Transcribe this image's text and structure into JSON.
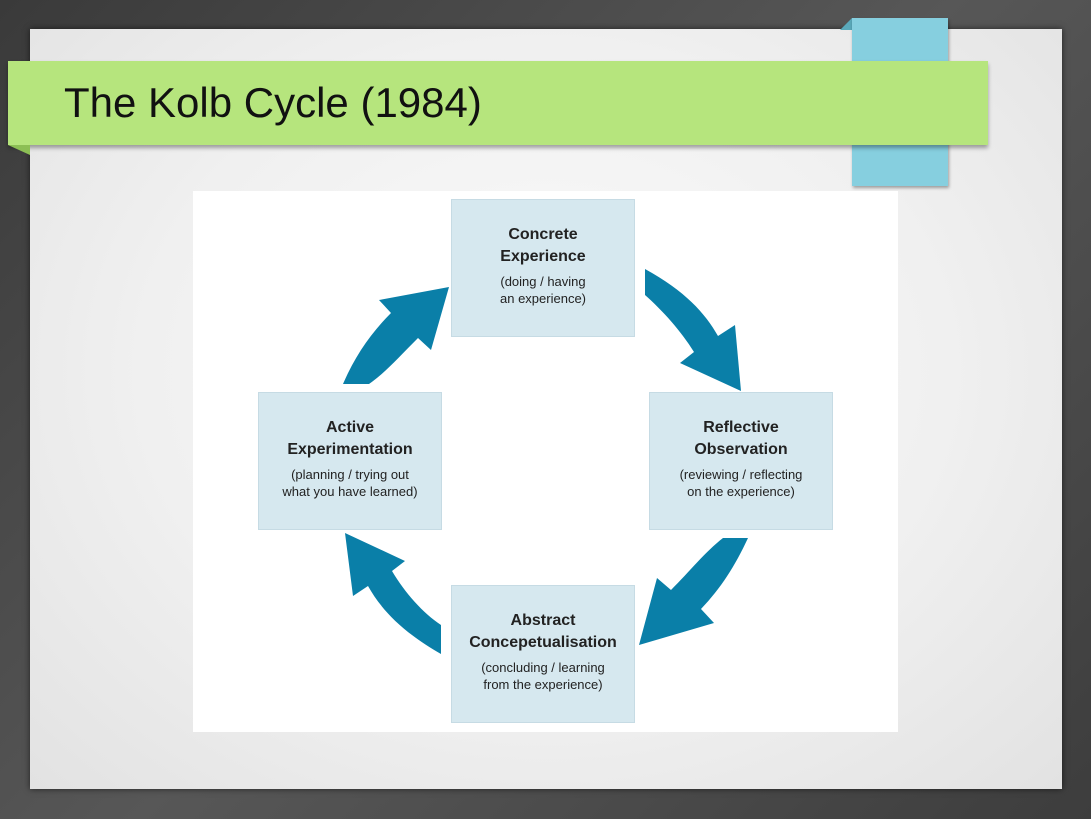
{
  "slide": {
    "title": "The Kolb Cycle (1984)"
  },
  "colors": {
    "title_bar": "#b6e57d",
    "accent_tab": "#86cfdf",
    "node_fill": "#d6e8ef",
    "arrow": "#0a7fa8"
  },
  "cycle": {
    "nodes": [
      {
        "id": "concrete-experience",
        "title_line1": "Concrete",
        "title_line2": "Experience",
        "desc_line1": "(doing / having",
        "desc_line2": "an experience)"
      },
      {
        "id": "reflective-observation",
        "title_line1": "Reflective",
        "title_line2": "Observation",
        "desc_line1": "(reviewing / reflecting",
        "desc_line2": "on the experience)"
      },
      {
        "id": "abstract-conceptualisation",
        "title_line1": "Abstract",
        "title_line2": "Concepetualisation",
        "desc_line1": "(concluding / learning",
        "desc_line2": "from the experience)"
      },
      {
        "id": "active-experimentation",
        "title_line1": "Active",
        "title_line2": "Experimentation",
        "desc_line1": "(planning / trying out",
        "desc_line2": "what you have learned)"
      }
    ],
    "arrows": [
      {
        "from": "concrete-experience",
        "to": "reflective-observation"
      },
      {
        "from": "reflective-observation",
        "to": "abstract-conceptualisation"
      },
      {
        "from": "abstract-conceptualisation",
        "to": "active-experimentation"
      },
      {
        "from": "active-experimentation",
        "to": "concrete-experience"
      }
    ]
  }
}
